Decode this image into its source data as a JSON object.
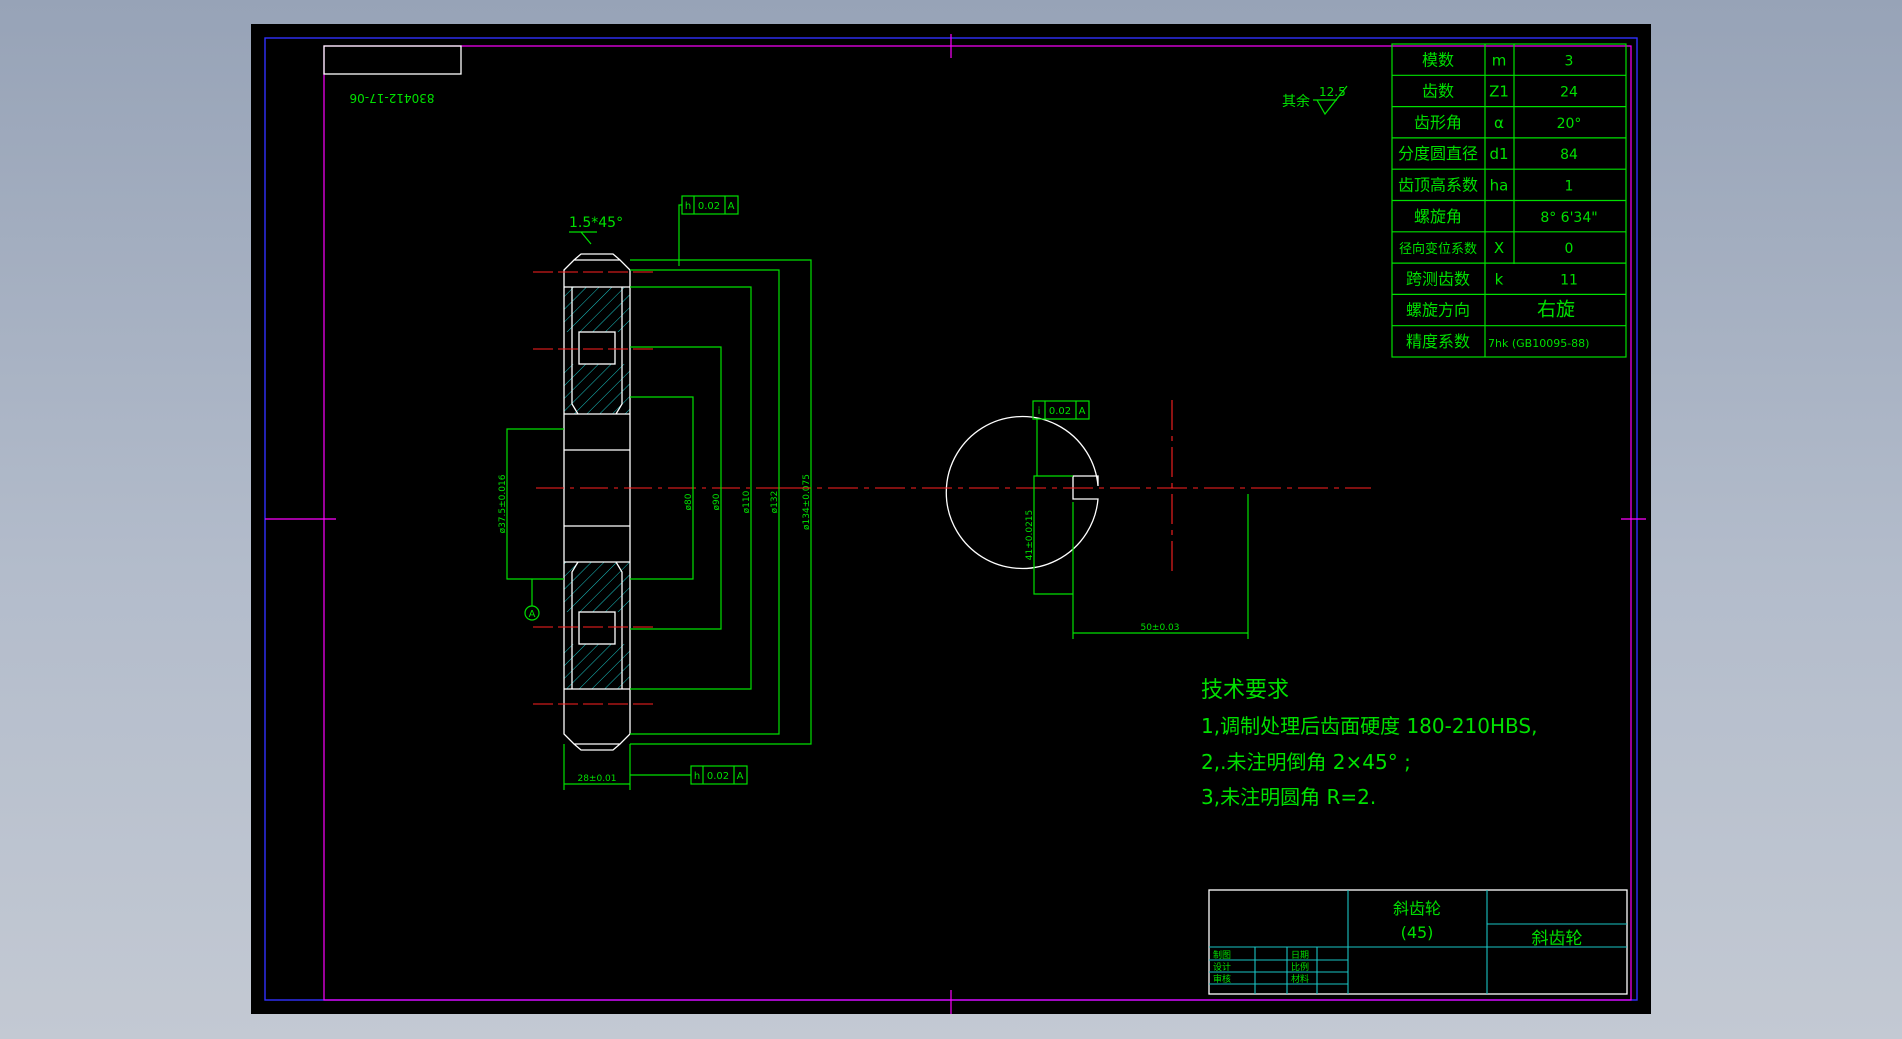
{
  "drawing_number": "830412-17-06",
  "surface_note": {
    "label": "其余",
    "value": "12.5"
  },
  "chamfer_note": "1.5*45°",
  "gear_view": {
    "tolerance_top": {
      "symbol": "h",
      "value": "0.02",
      "datum": "A"
    },
    "tolerance_bottom": {
      "symbol": "h",
      "value": "0.02",
      "datum": "A"
    },
    "bore_dim": "ø37.5±0.016",
    "datum_label": "A",
    "dims": [
      "ø80",
      "ø90",
      "ø110",
      "ø132",
      "ø134±0.075"
    ],
    "width_dim": "28±0.01"
  },
  "hub_view": {
    "tolerance": {
      "symbol": "i",
      "value": "0.02",
      "datum": "A"
    },
    "key_dim": "41±0.0215",
    "width_dim": "50±0.03"
  },
  "param_table": [
    {
      "name": "模数",
      "symbol": "m",
      "value": "3"
    },
    {
      "name": "齿数",
      "symbol": "Z1",
      "value": "24"
    },
    {
      "name": "齿形角",
      "symbol": "α",
      "value": "20°"
    },
    {
      "name": "分度圆直径",
      "symbol": "d1",
      "value": "84"
    },
    {
      "name": "齿顶高系数",
      "symbol": "ha",
      "value": "1"
    },
    {
      "name": "螺旋角",
      "symbol": "",
      "value": "8° 6'34\""
    },
    {
      "name": "径向变位系数",
      "symbol": "X",
      "value": "0"
    },
    {
      "name": "跨测齿数",
      "symbol": "k",
      "value": "11"
    },
    {
      "name": "螺旋方向",
      "symbol": "",
      "value": "右旋"
    },
    {
      "name": "精度系数",
      "symbol": "",
      "value": "7hk (GB10095-88)"
    }
  ],
  "tech_requirements": {
    "title": "技术要求",
    "items": [
      "1,调制处理后齿面硬度 180-210HBS,",
      "2,.未注明倒角 2×45° ;",
      "3,未注明圆角 R=2."
    ]
  },
  "title_block": {
    "part_name": "斜齿轮",
    "material": "(45)",
    "drawing_name": "斜齿轮",
    "roles": [
      "制图",
      "设计",
      "审核"
    ],
    "fields": [
      "日期",
      "比例",
      "材料"
    ]
  },
  "colors": {
    "green": "#00e000",
    "white": "#ffffff",
    "red": "#ff2020",
    "cyan": "#19c3c3",
    "magenta": "#ff00ff",
    "blue": "#3030ff"
  }
}
